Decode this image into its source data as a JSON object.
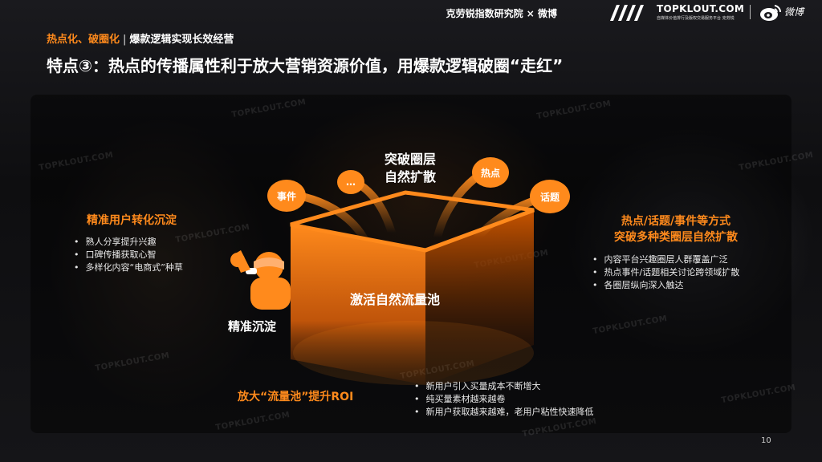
{
  "header": {
    "org": "克劳锐指数研究院 × 微博",
    "brand": "TOPKLOUT.COM",
    "brand_sub": "自媒体价值排行及版权交易服务平台 克劳锐",
    "weibo_label": "微博"
  },
  "section": {
    "part_a": "热点化、破圈化",
    "divider": "|",
    "part_b": "爆款逻辑实现长效经营"
  },
  "title": "特点③：热点的传播属性利于放大营销资源价值，用爆款逻辑破圈“走红”",
  "left": {
    "heading": "精准用户转化沉淀",
    "items": [
      "熟人分享提升兴趣",
      "口碑传播获取心智",
      "多样化内容“电商式”种草"
    ]
  },
  "right": {
    "heading_line1": "热点/话题/事件等方式",
    "heading_line2": "突破多种类圈层自然扩散",
    "items": [
      "内容平台兴趣圈层人群覆盖广泛",
      "热点事件/话题相关讨论跨领域扩散",
      "各圈层纵向深入触达"
    ]
  },
  "bottom": {
    "heading": "放大“流量池”提升ROI",
    "items": [
      "新用户引入买量成本不断增大",
      "纯买量素材越来越卷",
      "新用户获取越来越难，老用户粘性快速降低"
    ]
  },
  "diagram": {
    "break_line1": "突破圈层",
    "break_line2": "自然扩散",
    "pool_label": "激活自然流量池",
    "sediment_label": "精准沉淀",
    "bubbles": [
      "事件",
      "…",
      "热点",
      "话题"
    ]
  },
  "watermark": "TOPKLOUT.COM",
  "page_number": "10",
  "colors": {
    "accent": "#ff8a1c",
    "text": "#ffffff"
  }
}
